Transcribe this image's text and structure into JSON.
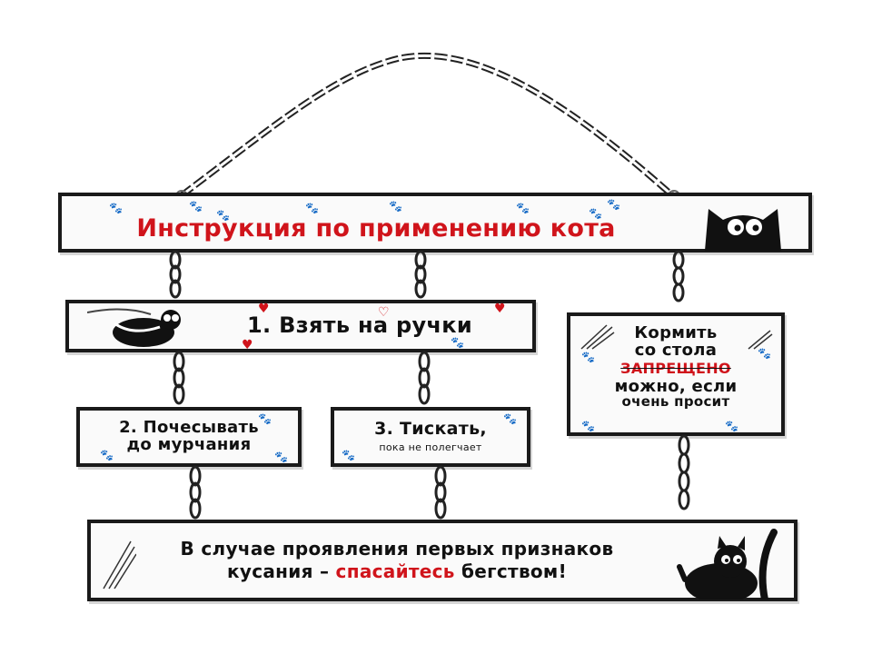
{
  "title_plate": {
    "text": "Инструкция по применению кота"
  },
  "plate_1": {
    "text": "1. Взять на ручки"
  },
  "plate_2": {
    "line1": "2. Почесывать",
    "line2": "до мурчания"
  },
  "plate_3": {
    "line1": "3. Тискать,",
    "line2": "пока не полегчает"
  },
  "plate_feed": {
    "line1": "Кормить",
    "line2": "со стола",
    "line3": "запрещено",
    "line4": "можно, если",
    "line5": "очень просит"
  },
  "plate_bottom": {
    "line1": "В случае проявления первых признаков",
    "line2_start": "кусания – ",
    "line2_red": "спасайтесь",
    "line2_end": " бегством!"
  },
  "colors": {
    "text": "#111111",
    "accent": "#d0141b",
    "border": "#1a1a1a",
    "plate": "#fafafa"
  }
}
